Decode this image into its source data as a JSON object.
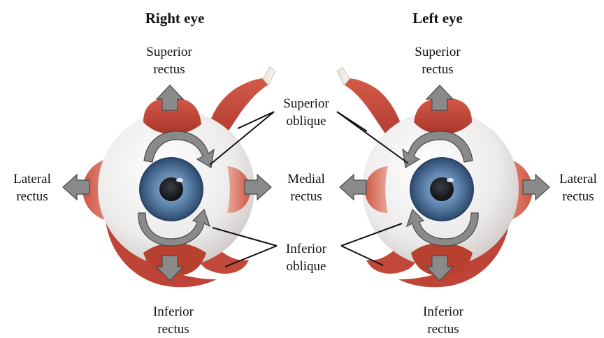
{
  "right_eye": {
    "title": "Right eye",
    "superior_rectus": [
      "Superior",
      "rectus"
    ],
    "lateral_rectus": [
      "Lateral",
      "rectus"
    ],
    "inferior_rectus": [
      "Inferior",
      "rectus"
    ]
  },
  "left_eye": {
    "title": "Left eye",
    "superior_rectus": [
      "Superior",
      "rectus"
    ],
    "lateral_rectus": [
      "Lateral",
      "rectus"
    ],
    "inferior_rectus": [
      "Inferior",
      "rectus"
    ]
  },
  "shared": {
    "superior_oblique": [
      "Superior",
      "oblique"
    ],
    "medial_rectus": [
      "Medial",
      "rectus"
    ],
    "inferior_oblique": [
      "Inferior",
      "oblique"
    ]
  },
  "colors": {
    "muscle": "#c44a3c",
    "muscle_light": "#e39a8c",
    "sclera": "#eeeeee",
    "iris": "#5a7fa8",
    "arrow": "#8c8c8c"
  }
}
